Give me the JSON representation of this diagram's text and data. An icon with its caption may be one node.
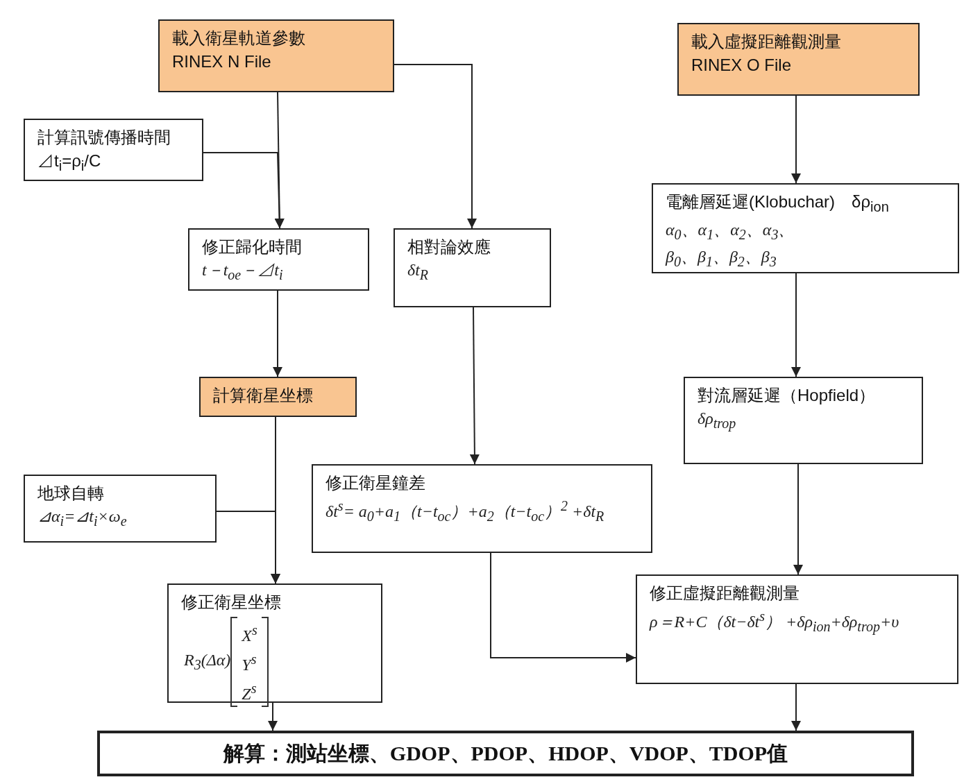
{
  "diagram": {
    "nodes": [
      {
        "text": [
          "載入衛星軌道參數",
          "RINEX N File"
        ]
      },
      {
        "text": [
          "載入虛擬距離觀測量",
          "RINEX O File"
        ]
      },
      {
        "text": [
          "計算訊號傳播時間⊿t$_{i}$=ρ$_{i}$/C"
        ]
      },
      {
        "text": [
          "修正歸化時間",
          "t－t$_{oe}$－⊿t$_{i}$"
        ]
      },
      {
        "text": [
          "相對論效應",
          "δt$_{R}$"
        ]
      },
      {
        "text": [
          "電離層延遲(Klobuchar)　δρ$_{ion}$",
          "α$_{0}$、α$_{1}$、α$_{2}$、α$_{3}$、",
          "β$_{0}$、β$_{1}$、β$_{2}$、β$_{3}$"
        ]
      },
      {
        "text": [
          "計算衛星坐標"
        ]
      },
      {
        "text": [
          "對流層延遲（Hopfield）",
          "δρ$_{trop}$"
        ]
      },
      {
        "text": [
          "地球自轉",
          "⊿α$_{i}$=⊿t$_{i}$×ω$_{e}$"
        ]
      },
      {
        "text": [
          "修正衛星鐘差",
          "δt$^{s}$= a$_{0}$+a$_{1}$（t−t$_{oc}$）+a$_{2}$（t−t$_{oc}$）$^{2}$ +δt$_{R}$"
        ]
      },
      {
        "text": [
          "修正衛星坐標",
          "R$_{3}$(Δα)",
          "X$^{s}$",
          "Y$^{s}$",
          "Z$^{s}$"
        ]
      },
      {
        "text": [
          "修正虛擬距離觀測量",
          "ρ＝R+C（δt−δt$^{s}$） +δρ$_{ion}$+δρ$_{trop}$+υ"
        ]
      },
      {
        "text": [
          "解算：測站坐標、GDOP、PDOP、HDOP、VDOP、TDOP值"
        ]
      }
    ],
    "edges": [
      {
        "from": 0,
        "to": 3,
        "arrow": "to"
      },
      {
        "from": 2,
        "to": 3,
        "arrow": "to"
      },
      {
        "from": 0,
        "to": 4,
        "arrow": "to"
      },
      {
        "from": 1,
        "to": 5,
        "arrow": "to"
      },
      {
        "from": 5,
        "to": 7,
        "arrow": "to"
      },
      {
        "from": 3,
        "to": 6,
        "arrow": "to"
      },
      {
        "from": 6,
        "to": 10,
        "arrow": "to"
      },
      {
        "from": 8,
        "to": 10,
        "arrow": "to"
      },
      {
        "from": 4,
        "to": 9,
        "arrow": "to"
      },
      {
        "from": 9,
        "to": 11,
        "arrow": "to"
      },
      {
        "from": 7,
        "to": 11,
        "arrow": "to"
      },
      {
        "from": 10,
        "to": 12,
        "arrow": "to"
      },
      {
        "from": 11,
        "to": 12,
        "arrow": "to"
      }
    ]
  }
}
